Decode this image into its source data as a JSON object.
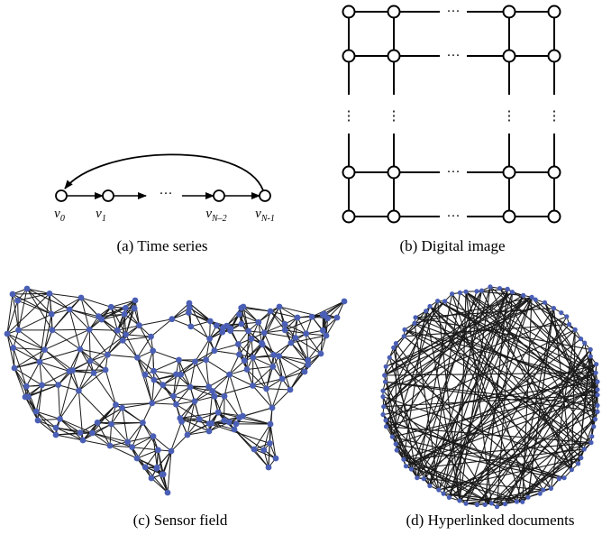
{
  "panels": {
    "a": {
      "caption": "(a)  Time series",
      "labels": [
        {
          "base": "v",
          "sub": "0"
        },
        {
          "base": "v",
          "sub": "1"
        },
        {
          "base": "v",
          "sub": "N–2"
        },
        {
          "base": "v",
          "sub": "N-1"
        }
      ],
      "ellipsis": "···"
    },
    "b": {
      "caption": "(b)  Digital image",
      "ellipsis_h": "···",
      "ellipsis_v": "⋮"
    },
    "c": {
      "caption": "(c)  Sensor field"
    },
    "d": {
      "caption": "(d)  Hyperlinked documents"
    }
  },
  "colors": {
    "node_fill": "#4a5fb5",
    "edge": "#1a1a1a",
    "ink": "#000000",
    "background": "#ffffff"
  }
}
